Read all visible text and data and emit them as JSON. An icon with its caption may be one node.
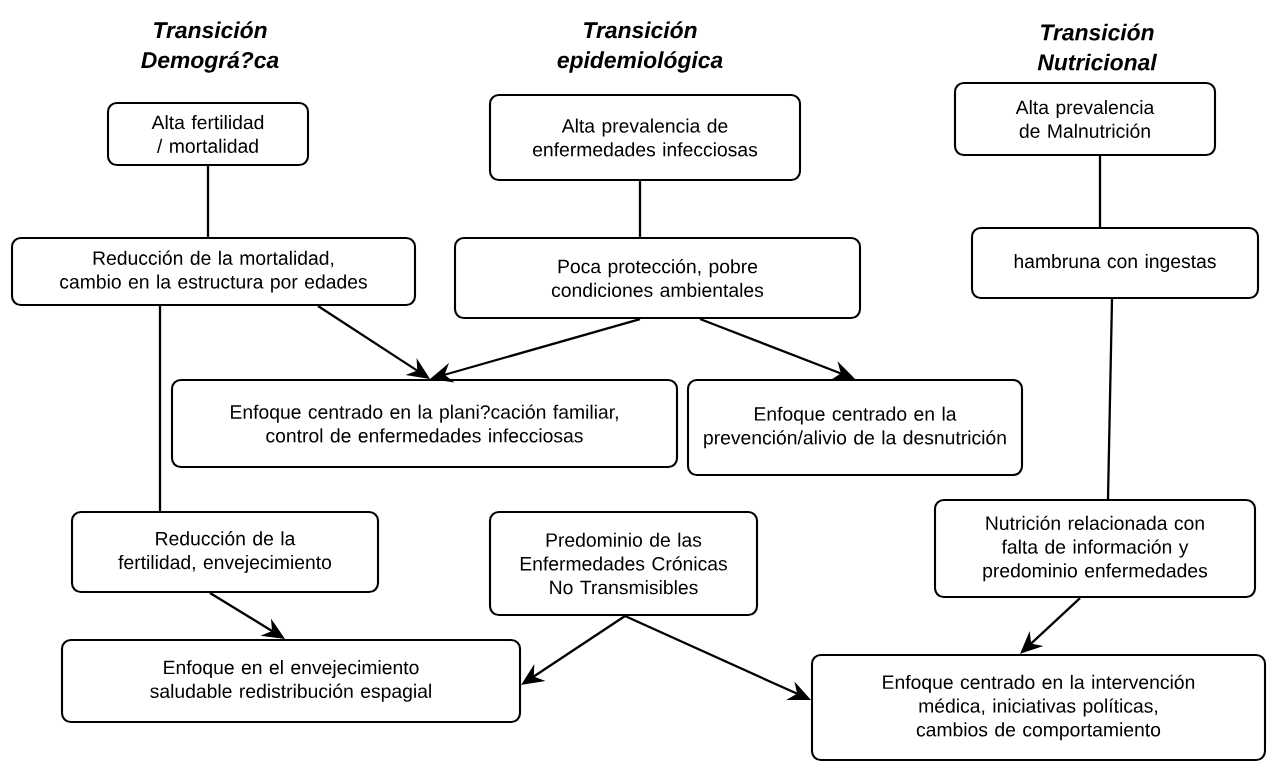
{
  "diagram": {
    "nodes": [
      {
        "text": [
          "Alta fertilidad / mortalidad"
        ],
        "beside": [
          "Transición Demográ?ca"
        ]
      },
      {
        "text": [
          "Alta prevalencia de enfermedades infecciosas"
        ],
        "beside": [
          "Transición epidemiológica"
        ]
      },
      {
        "text": [
          "Alta prevalencia de Malnutrición"
        ],
        "beside": [
          "Transición Nutricional"
        ]
      },
      {
        "text": [
          "Reducción de la mortalidad, cambio en la estructura por edades"
        ]
      },
      {
        "text": [
          "Poca protección, pobre condiciones ambientales"
        ]
      },
      {
        "text": [
          "hambruna con ingestas"
        ]
      },
      {
        "text": [
          "Enfoque centrado en la plani?cación familiar, control de enfermedades infecciosas"
        ]
      },
      {
        "text": [
          "Enfoque centrado en la prevención/alivio de la desnutrición"
        ]
      },
      {
        "text": [
          "Reducción de la fertilidad, envejecimiento"
        ]
      },
      {
        "text": [
          "Predominio de las Enfermedades Crónicas No Transmisibles"
        ]
      },
      {
        "text": [
          "Nutrición relacionada con falta de información y predominio enfermedades"
        ]
      },
      {
        "text": [
          "Enfoque en el envejecimiento saludable redistribución espagial"
        ]
      },
      {
        "text": [
          "Enfoque centrado en la intervención médica, iniciativas políticas, cambios de comportamiento"
        ]
      }
    ],
    "edges": [
      {
        "from": 0,
        "to": 3,
        "arrow": "none"
      },
      {
        "from": 1,
        "to": 4,
        "arrow": "none"
      },
      {
        "from": 2,
        "to": 5,
        "arrow": "none"
      },
      {
        "from": 3,
        "to": 8,
        "arrow": "none"
      },
      {
        "from": 5,
        "to": 10,
        "arrow": "none"
      },
      {
        "from": 3,
        "to": 6,
        "arrow": "to"
      },
      {
        "from": 4,
        "to": 6,
        "arrow": "to"
      },
      {
        "from": 4,
        "to": 7,
        "arrow": "to"
      },
      {
        "from": 8,
        "to": 11,
        "arrow": "to"
      },
      {
        "from": 9,
        "to": 11,
        "arrow": "to"
      },
      {
        "from": 9,
        "to": 12,
        "arrow": "to"
      },
      {
        "from": 10,
        "to": 12,
        "arrow": "to"
      }
    ]
  }
}
